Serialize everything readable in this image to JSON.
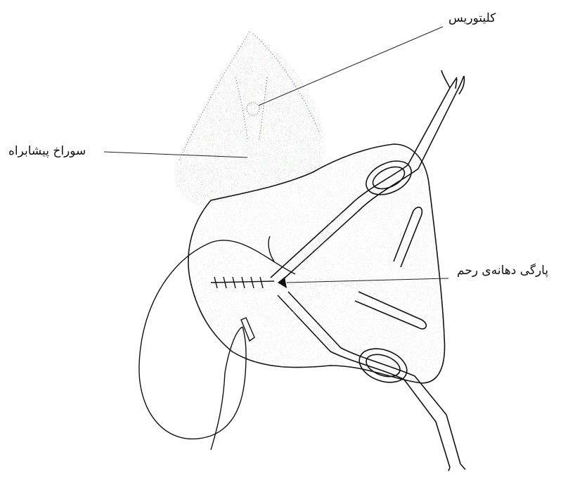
{
  "labels": {
    "clitoris": "کلیتوریس",
    "urethral_opening": "سوراخ پیشابراه",
    "cervical_tear": "پارگی دهانه‌ی رحم"
  },
  "colors": {
    "ink": "#111111",
    "background": "#ffffff"
  }
}
